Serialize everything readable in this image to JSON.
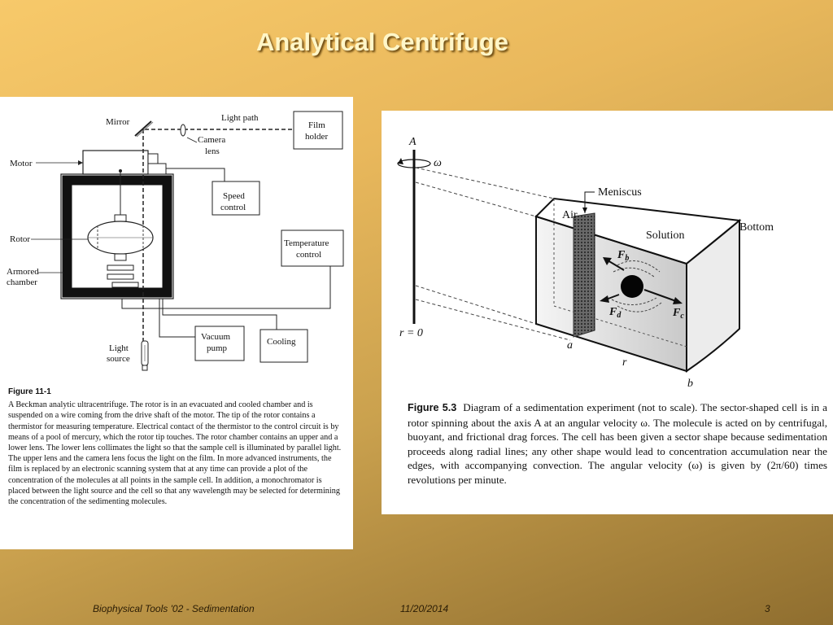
{
  "slide": {
    "title": "Analytical Centrifuge"
  },
  "figure_left": {
    "labels": {
      "mirror": "Mirror",
      "light_path": "Light path",
      "film": "Film",
      "holder": "holder",
      "camera": "Camera",
      "lens": "lens",
      "motor": "Motor",
      "speed": "Speed",
      "control": "control",
      "rotor": "Rotor",
      "temperature": "Temperature",
      "armored": "Armored",
      "chamber": "chamber",
      "vacuum": "Vacuum",
      "pump": "pump",
      "cooling": "Cooling",
      "light": "Light",
      "source": "source"
    },
    "caption_title": "Figure 11-1",
    "caption_text": "A Beckman analytic ultracentrifuge. The rotor is in an evacuated and cooled chamber and is suspended on a wire coming from the drive shaft of the motor. The tip of the rotor contains a thermistor for measuring temperature. Electrical contact of the thermistor to the control circuit is by means of a pool of mercury, which the rotor tip touches. The rotor chamber contains an upper and a lower lens. The lower lens collimates the light so that the sample cell is illuminated by parallel light. The upper lens and the camera lens focus the light on the film. In more advanced instruments, the film is replaced by an electronic scanning system that at any time can provide a plot of the concentration of the molecules at all points in the sample cell. In addition, a monochromator is placed between the light source and the cell so that any wavelength may be selected for determining the concentration of the sedimenting molecules."
  },
  "figure_right": {
    "labels": {
      "axis": "A",
      "omega": "ω",
      "meniscus": "Meniscus",
      "air": "Air",
      "solution": "Solution",
      "bottom": "Bottom",
      "r_zero": "r = 0",
      "a": "a",
      "r": "r",
      "b": "b",
      "fb": "F",
      "fb_sub": "b",
      "fd": "F",
      "fd_sub": "d",
      "fc": "F",
      "fc_sub": "c"
    },
    "caption_title": "Figure 5.3",
    "caption_text": "Diagram of a sedimentation experiment (not to scale). The sector-shaped cell is in a rotor spinning about the axis A at an angular velocity ω. The molecule is acted on by centrifugal, buoyant, and frictional drag forces. The cell has been given a sector shape because sedimentation proceeds along radial lines; any other shape would lead to concentration accumulation near the edges, with accompanying convection. The angular velocity (ω) is given by (2π/60) times revolutions per minute."
  },
  "footer": {
    "course": "Biophysical Tools '02 - Sedimentation",
    "date": "11/20/2014",
    "page": "3"
  }
}
